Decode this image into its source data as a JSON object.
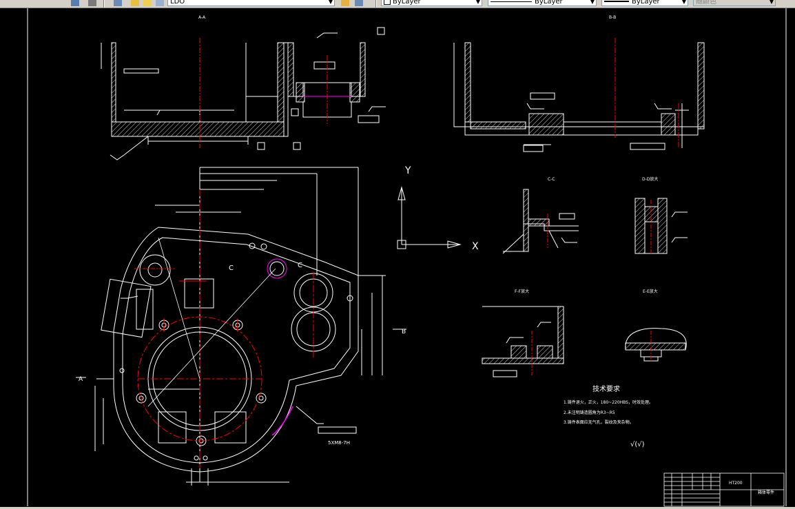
{
  "toolbar": {
    "layer_value": "LDO",
    "color_value": "ByLayer",
    "linetype_value": "ByLayer",
    "lineweight_value": "ByLayer",
    "plotstyle_value": "随颜色"
  },
  "drawing": {
    "section_aa_label": "A-A",
    "section_bb_label": "B-B",
    "section_cc_label": "C-C",
    "detail_d_label": "D-D放大",
    "detail_ff_label": "F-F放大",
    "detail_e_label": "E-E放大",
    "axis_x_label": "X",
    "axis_y_label": "Y",
    "tech_title": "技术要求",
    "tech_notes": [
      "1.铸件退火，正火，180~220HBS，时效处理。",
      "2.未注明铸造圆角为R3~R5",
      "3.铸件表面应无气孔，裂纹及夹杂物。"
    ],
    "title_block_name": "箱体零件",
    "title_block_code": "HT200",
    "callout_thread": "5XM8-7H",
    "datum_a": "A",
    "datum_b": "B",
    "datum_c": "C",
    "roughness_note": "√(√)"
  },
  "colors": {
    "line_white": "#ffffff",
    "center_red": "#ff0000",
    "accent_magenta": "#ff00ff",
    "canvas_bg": "#000000",
    "toolbar_bg": "#d4d0c8"
  }
}
